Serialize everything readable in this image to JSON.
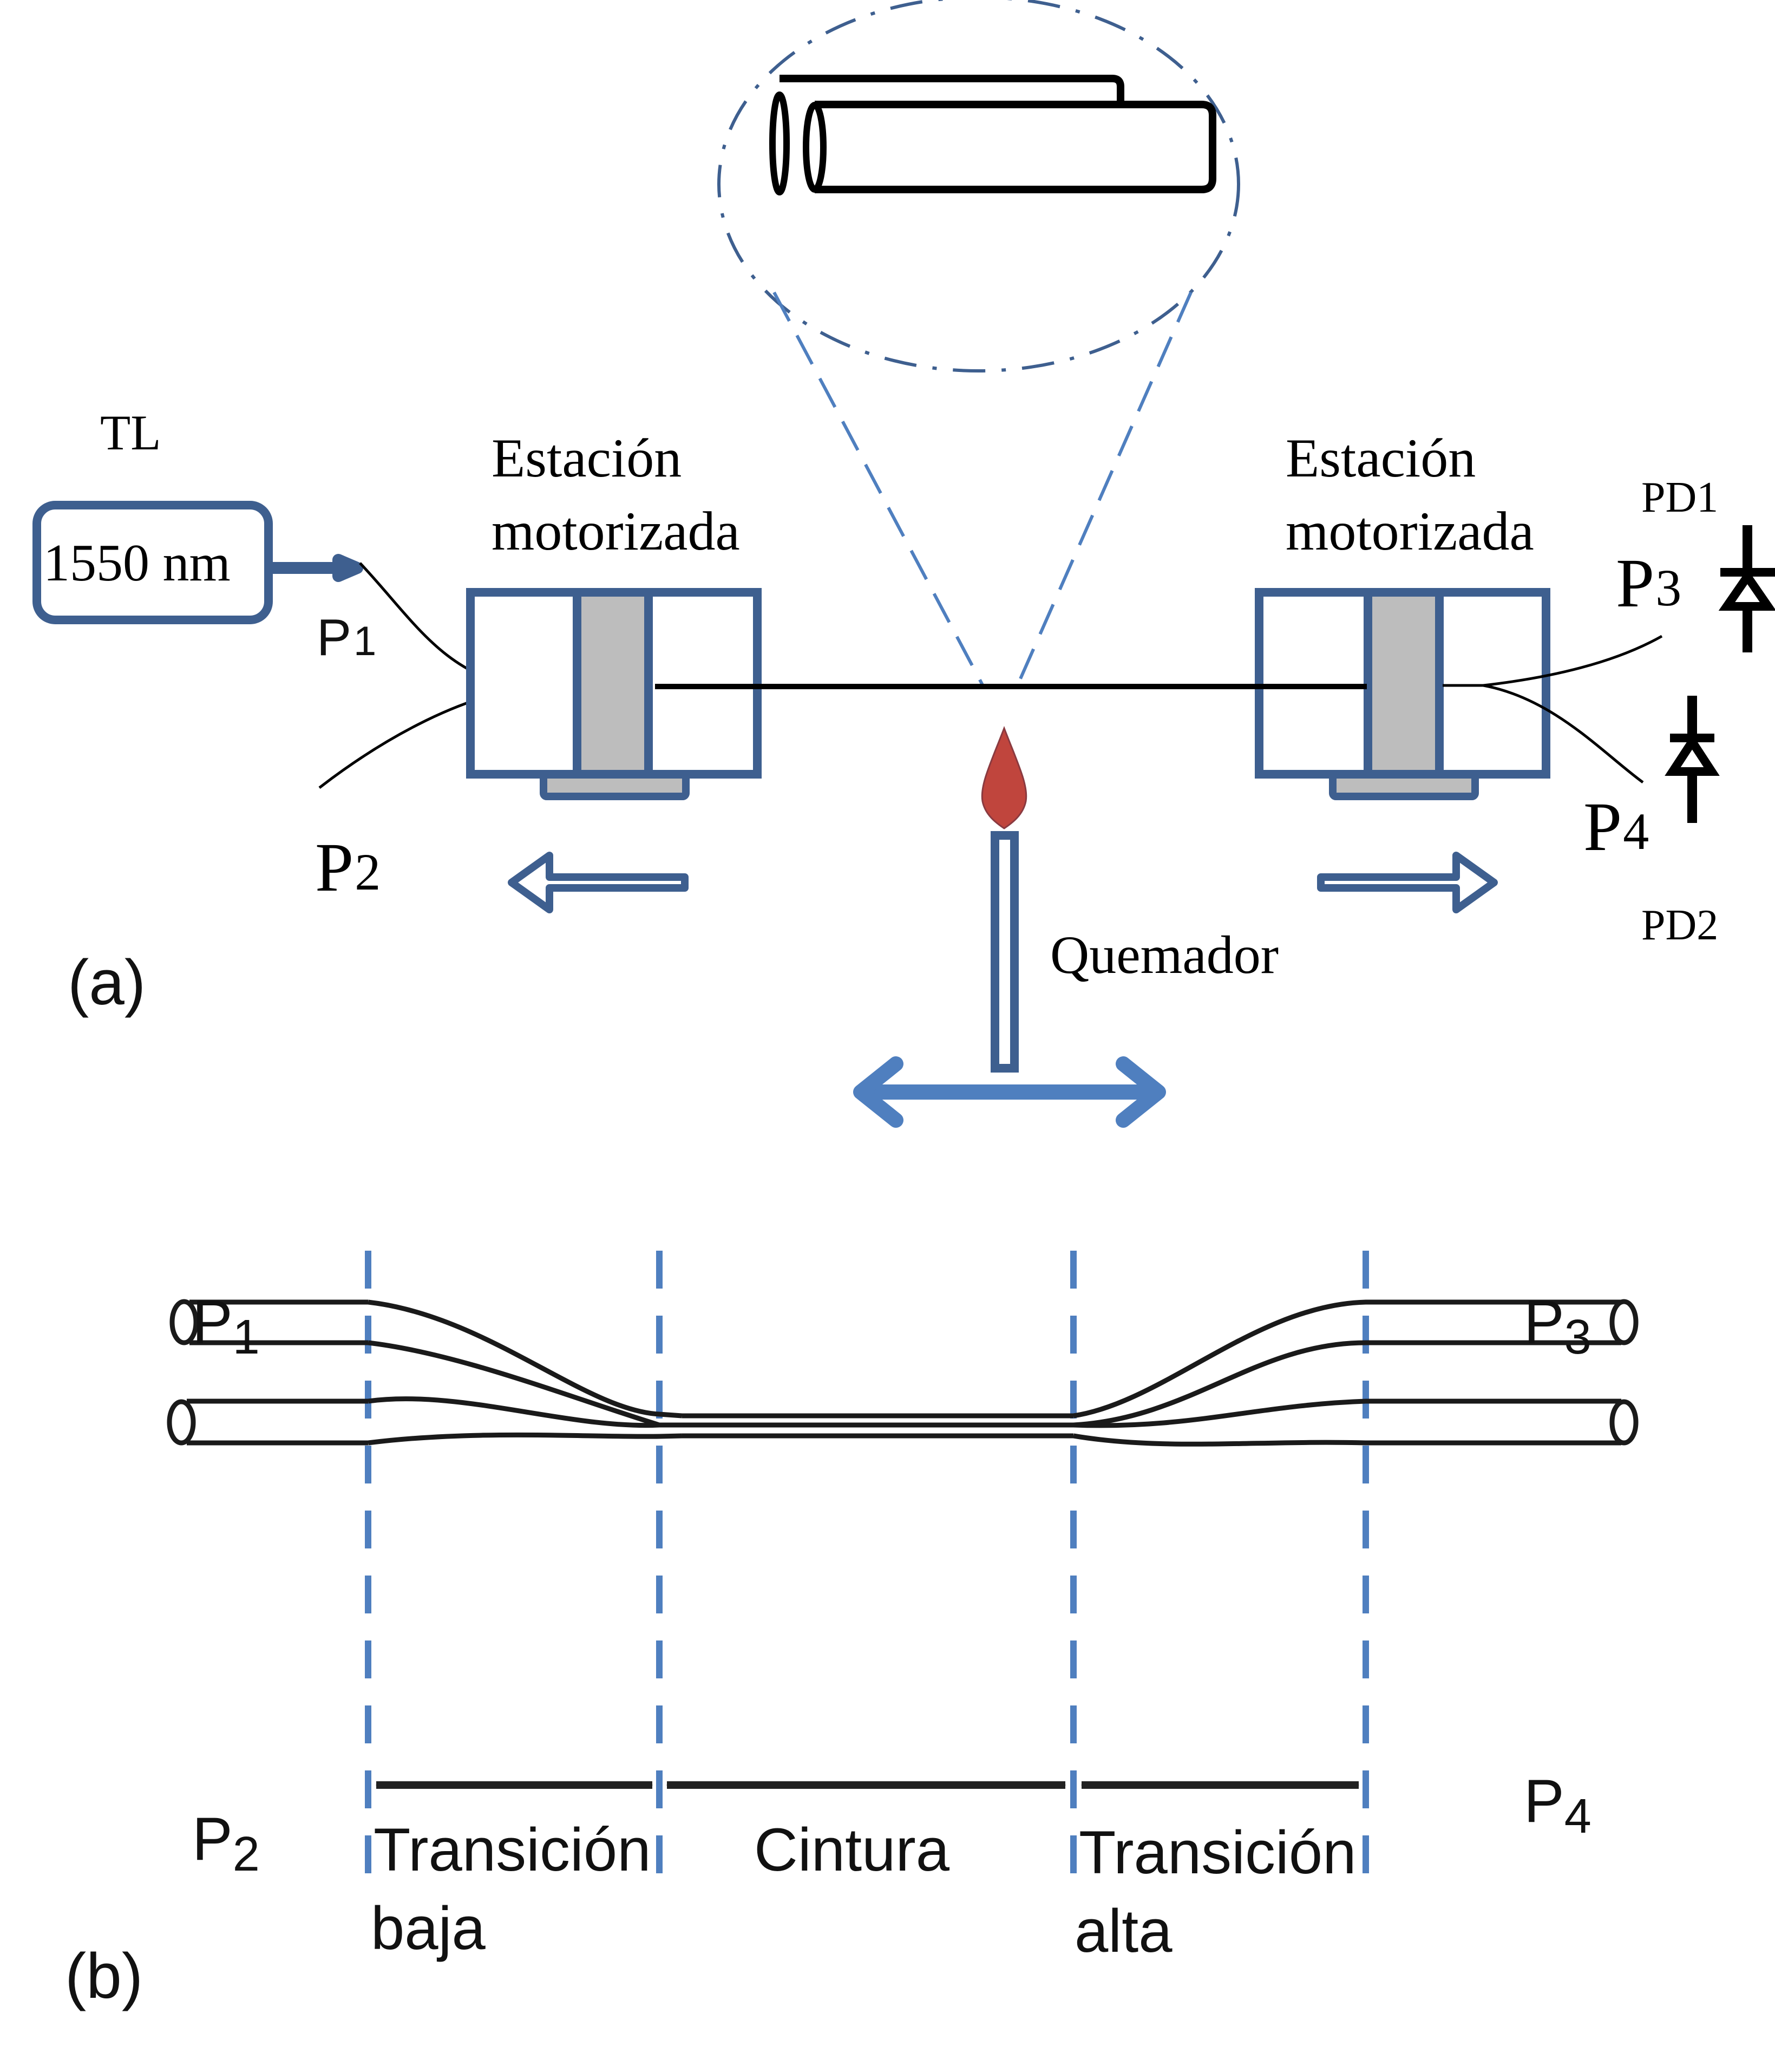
{
  "panel_a": {
    "label": "(a)",
    "laser": {
      "title": "TL",
      "wavelength": "1550 nm"
    },
    "stations": [
      {
        "line1": "Estación",
        "line2": "motorizada"
      },
      {
        "line1": "Estación",
        "line2": "motorizada"
      }
    ],
    "ports": {
      "p1": {
        "main": "P",
        "sub": "1"
      },
      "p2": {
        "main": "P",
        "sub": "2"
      },
      "p3": {
        "main": "P",
        "sub": "3"
      },
      "p4": {
        "main": "P",
        "sub": "4"
      }
    },
    "detectors": {
      "pd1": "PD1",
      "pd2": "PD2"
    },
    "burner": "Quemador"
  },
  "panel_b": {
    "label": "(b)",
    "ports": {
      "p1": {
        "main": "P",
        "sub": "1"
      },
      "p2": {
        "main": "P",
        "sub": "2"
      },
      "p3": {
        "main": "P",
        "sub": "3"
      },
      "p4": {
        "main": "P",
        "sub": "4"
      }
    },
    "regions": {
      "low_transition": {
        "line1": "Transición",
        "line2": "baja"
      },
      "waist": {
        "line1": "Cintura"
      },
      "high_transition": {
        "line1": "Transición",
        "line2": "alta"
      }
    }
  },
  "colors": {
    "frame_blue": "#3e5f8f",
    "arrow_blue": "#4f7fbf",
    "flame_red": "#c0453d",
    "gray_fill": "#bdbdbd"
  }
}
